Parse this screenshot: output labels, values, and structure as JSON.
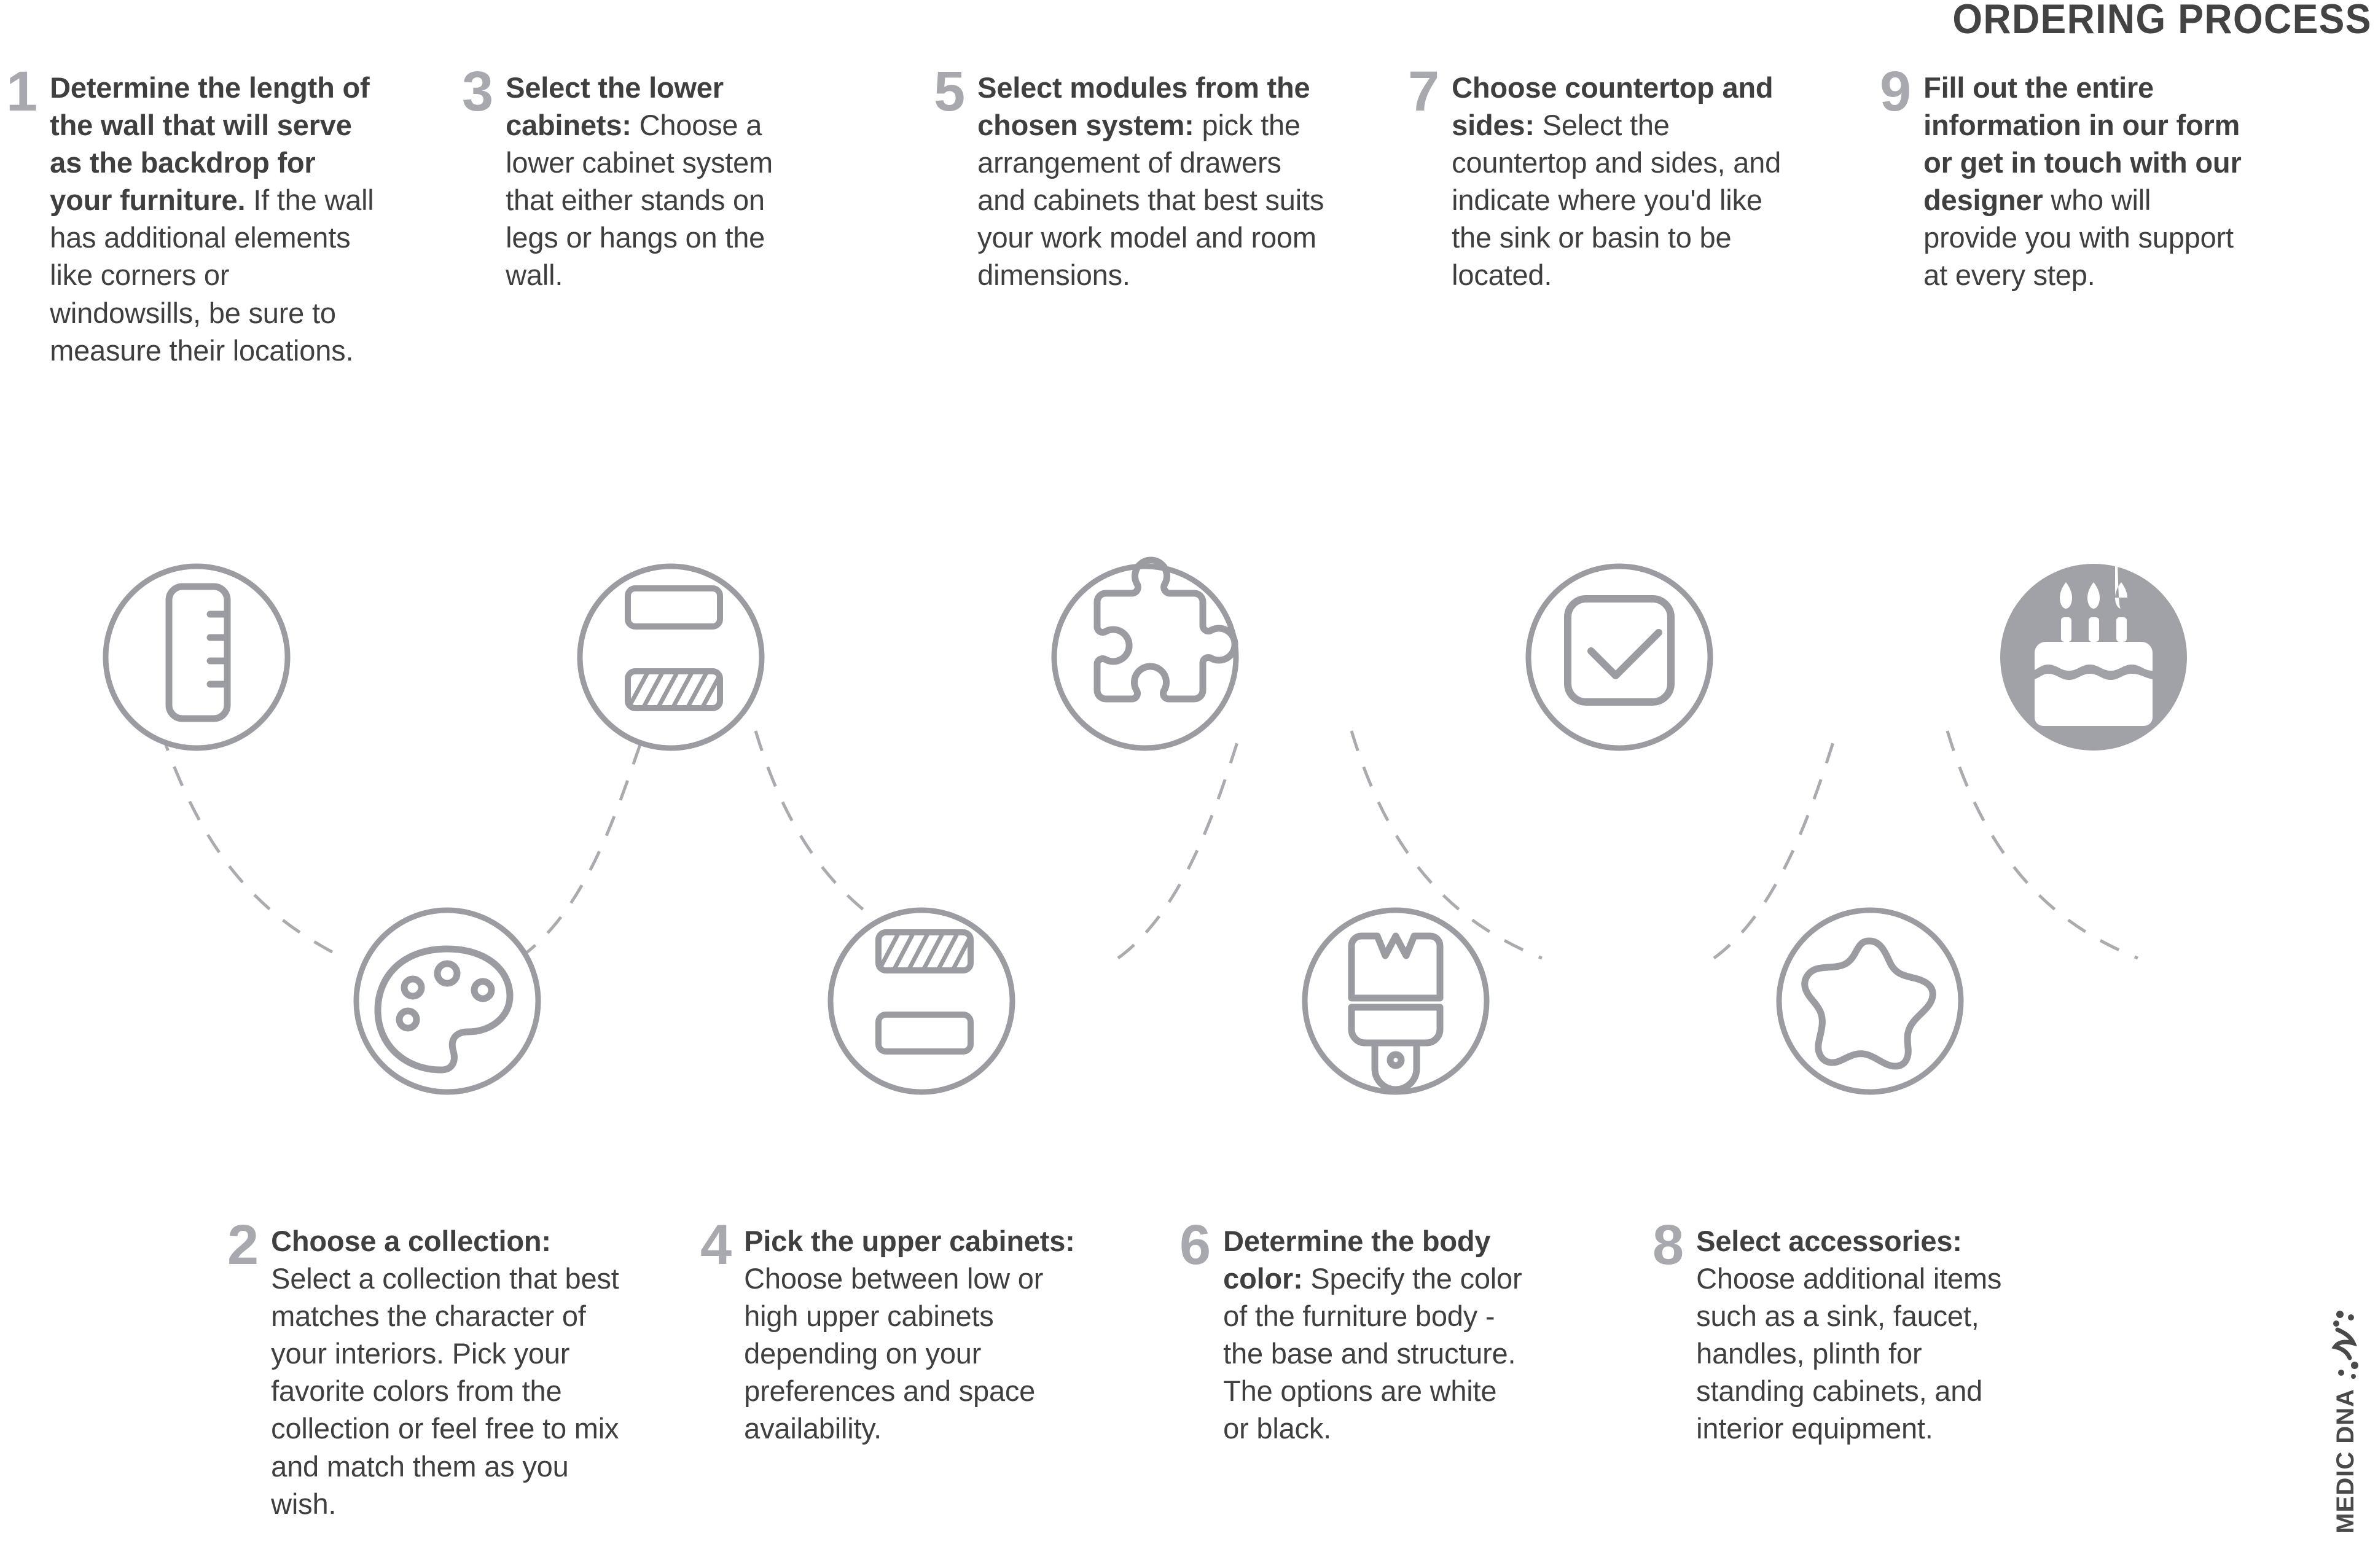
{
  "header": {
    "title": "ORDERING PROCESS"
  },
  "colors": {
    "text": "#3f3f3f",
    "number": "#a7a9ae",
    "stroke": "#9b9ca1",
    "fill": "#a0a2a7",
    "background": "#ffffff"
  },
  "steps": [
    {
      "number": "1",
      "bold": "Determine the length of the wall that will serve as the backdrop for your furniture.",
      "rest": " If the wall has additional elements like corners or windowsills, be sure to measure their locations.",
      "icon": "ruler-icon",
      "row": "top"
    },
    {
      "number": "2",
      "bold": "Choose a collection:",
      "rest": " Select a collection that best matches the character of your interiors. Pick your favorite colors from the collection or feel free to mix and match them as you wish.",
      "icon": "palette-icon",
      "row": "bottom"
    },
    {
      "number": "3",
      "bold": "Select the lower cabinets:",
      "rest": " Choose a lower cabinet system that either stands on legs or hangs on the wall.",
      "icon": "lower-cabinets-icon",
      "row": "top"
    },
    {
      "number": "4",
      "bold": "Pick the upper cabinets:",
      "rest": " Choose between low or high upper cabinets depending on your preferences and space availability.",
      "icon": "upper-cabinets-icon",
      "row": "bottom"
    },
    {
      "number": "5",
      "bold": "Select modules from the chosen system:",
      "rest": " pick the arrangement of drawers and cabinets that best suits your work model and room dimensions.",
      "icon": "puzzle-piece-icon",
      "row": "top"
    },
    {
      "number": "6",
      "bold": "Determine the body color:",
      "rest": " Specify the color of the furniture body - the base and structure. The options are white or black.",
      "icon": "paint-brush-icon",
      "row": "bottom"
    },
    {
      "number": "7",
      "bold": "Choose countertop and sides:",
      "rest": " Select the countertop and sides, and indicate where you'd like the sink or basin to be located.",
      "icon": "checkbox-check-icon",
      "row": "top"
    },
    {
      "number": "8",
      "bold": "Select accessories:",
      "rest": " Choose additional items such as a sink, faucet, handles, plinth for standing cabinets, and interior equipment.",
      "icon": "star-blob-icon",
      "row": "bottom"
    },
    {
      "number": "9",
      "bold": "Fill out the entire information in our form or get in touch with our designer",
      "rest": " who will provide you with support at every step.",
      "icon": "birthday-cake-icon",
      "row": "top"
    }
  ],
  "logo": {
    "text": "MEDIC DNA",
    "mark": "dna-icon"
  }
}
